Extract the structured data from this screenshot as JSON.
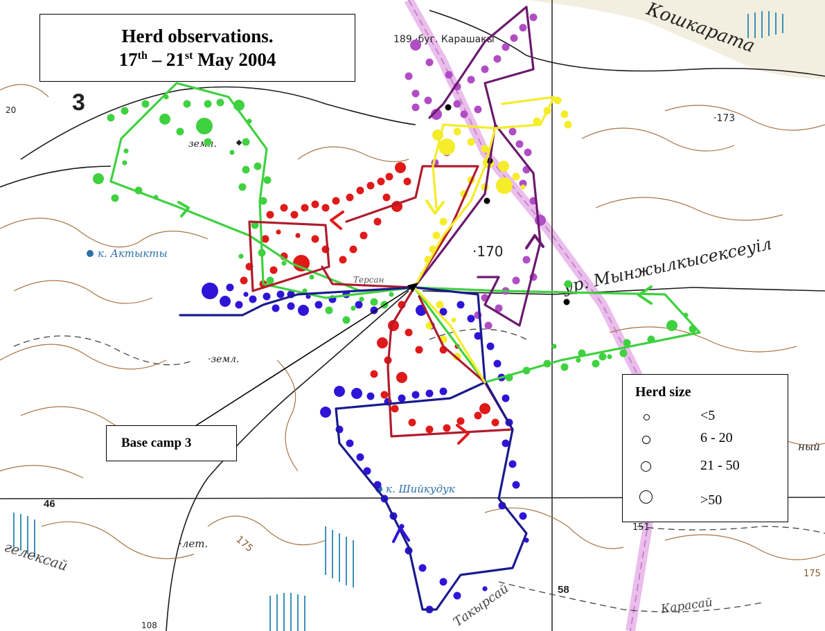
{
  "title": {
    "line1": "Herd observations.",
    "day_start": "17",
    "day_start_suffix": "th",
    "dash": "–",
    "day_end": "21",
    "day_end_suffix": "st",
    "month_year": "May 2004"
  },
  "camp_label": "Base camp 3",
  "legend": {
    "title": "Herd size",
    "entries": [
      {
        "label": "<5"
      },
      {
        "label": "6 - 20"
      },
      {
        "label": "21 - 50"
      },
      {
        "label": ">50"
      }
    ]
  },
  "map_labels": {
    "sheet_number": "3",
    "karashaky": "189 ·буг. Карашакы",
    "koshkarata": "Кошкарата",
    "elev_173": "·173",
    "zeml_1": "земл.",
    "zeml_2": "·земл.",
    "aktykty": "к. Актыкты",
    "elev_170": "·170",
    "myn": "ур. Мынжылкысексеуіл",
    "tersan": "Терсан",
    "shiykuduk": "к. Шийкудук",
    "grid_46": "46",
    "grid_58": "58",
    "let": "·лет.",
    "elev_175a": "175",
    "elev_175b": "175",
    "elev_151": "151",
    "elev_108": "108",
    "geleksai": "гелексай",
    "takyrsai": "Такырсай",
    "karasai": "Карасай",
    "side_nyi": "ный",
    "small_20": "20"
  },
  "colors": {
    "green": "#3fd13f",
    "red": "#e01919",
    "dark_red": "#b01c2c",
    "blue": "#2f14d8",
    "navy": "#1a1a8f",
    "purple": "#b04dc4",
    "dark_purple": "#6b1a6e",
    "yellow": "#f5ec2a",
    "road_pink": "#e4a6e6",
    "contour": "#9b6a3c"
  }
}
